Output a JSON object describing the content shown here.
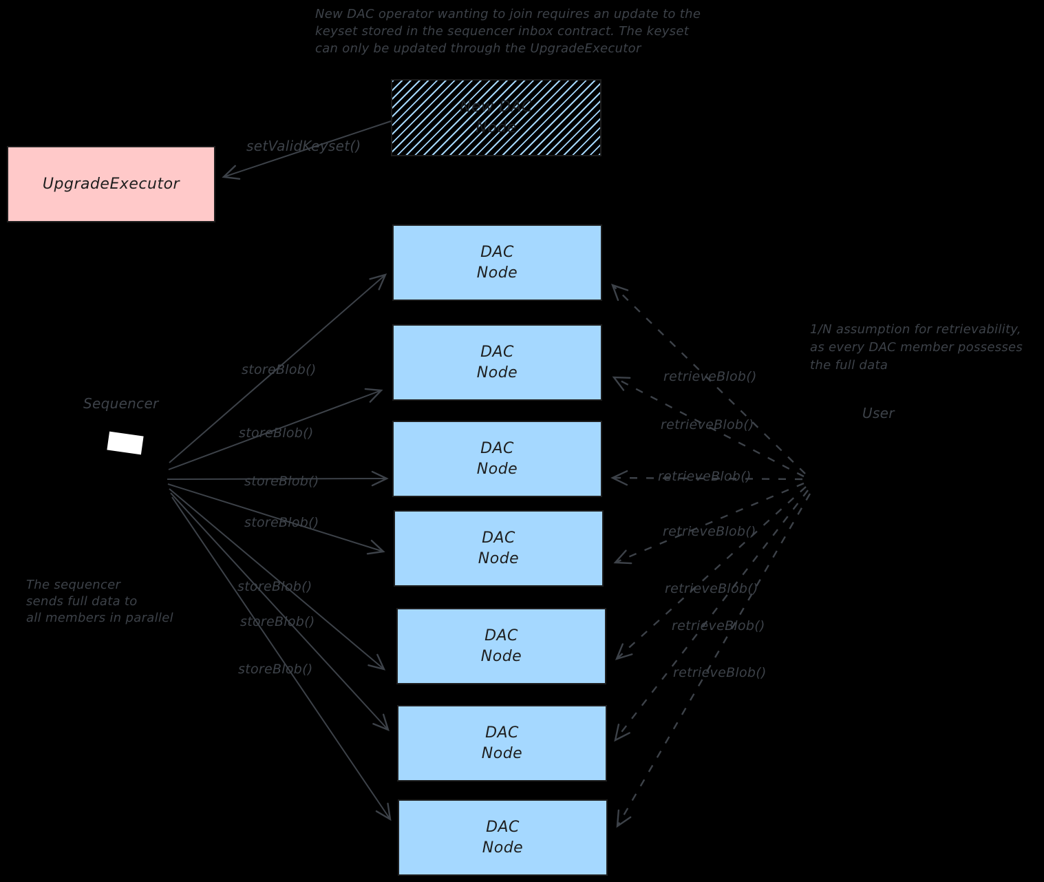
{
  "canvas": {
    "background": "#000000"
  },
  "colors": {
    "handwriting": "#3d4249",
    "box_border": "#1e1e1e",
    "box_text": "#1e1e1e",
    "pink_fill": "#ffc9c9",
    "blue_fill": "#a5d8ff",
    "screen_white": "#ffffff"
  },
  "notes": {
    "keyset_note": {
      "line1": "New DAC operator wanting to join requires an update to the",
      "line2": "keyset stored in the sequencer inbox contract. The keyset",
      "line3": "can only be updated through the UpgradeExecutor"
    },
    "sequencer_note": {
      "line1": "The sequencer",
      "line2": "sends full data to",
      "line3": "all members in parallel"
    },
    "retrievability_note": {
      "line1": "1/N assumption for retrievability,",
      "line2": "as every DAC member possesses",
      "line3": "the full data"
    }
  },
  "nodes": {
    "upgrade_executor": {
      "label": "UpgradeExecutor"
    },
    "new_dac_node": {
      "line1": "New DAC",
      "line2": "Node"
    },
    "sequencer": {
      "label": "Sequencer"
    },
    "user": {
      "label": "User"
    },
    "dac_nodes": [
      {
        "line1": "DAC",
        "line2": "Node"
      },
      {
        "line1": "DAC",
        "line2": "Node"
      },
      {
        "line1": "DAC",
        "line2": "Node"
      },
      {
        "line1": "DAC",
        "line2": "Node"
      },
      {
        "line1": "DAC",
        "line2": "Node"
      },
      {
        "line1": "DAC",
        "line2": "Node"
      },
      {
        "line1": "DAC",
        "line2": "Node"
      }
    ]
  },
  "edges": {
    "set_valid_keyset": {
      "label": "setValidKeyset()"
    },
    "store_calls": [
      {
        "label": "storeBlob()"
      },
      {
        "label": "storeBlob()"
      },
      {
        "label": "storeBlob()"
      },
      {
        "label": "storeBlob()"
      },
      {
        "label": "storeBlob()"
      },
      {
        "label": "storeBlob()"
      },
      {
        "label": "storeBlob()"
      }
    ],
    "retrieve_calls": [
      {
        "label": "retrieveBlob()"
      },
      {
        "label": "retrieveBlob()"
      },
      {
        "label": "retrieveBlob()"
      },
      {
        "label": "retrieveBlob()"
      },
      {
        "label": "retrieveBlob()"
      },
      {
        "label": "retrieveBlob()"
      },
      {
        "label": "retrieveBlob()"
      }
    ]
  }
}
